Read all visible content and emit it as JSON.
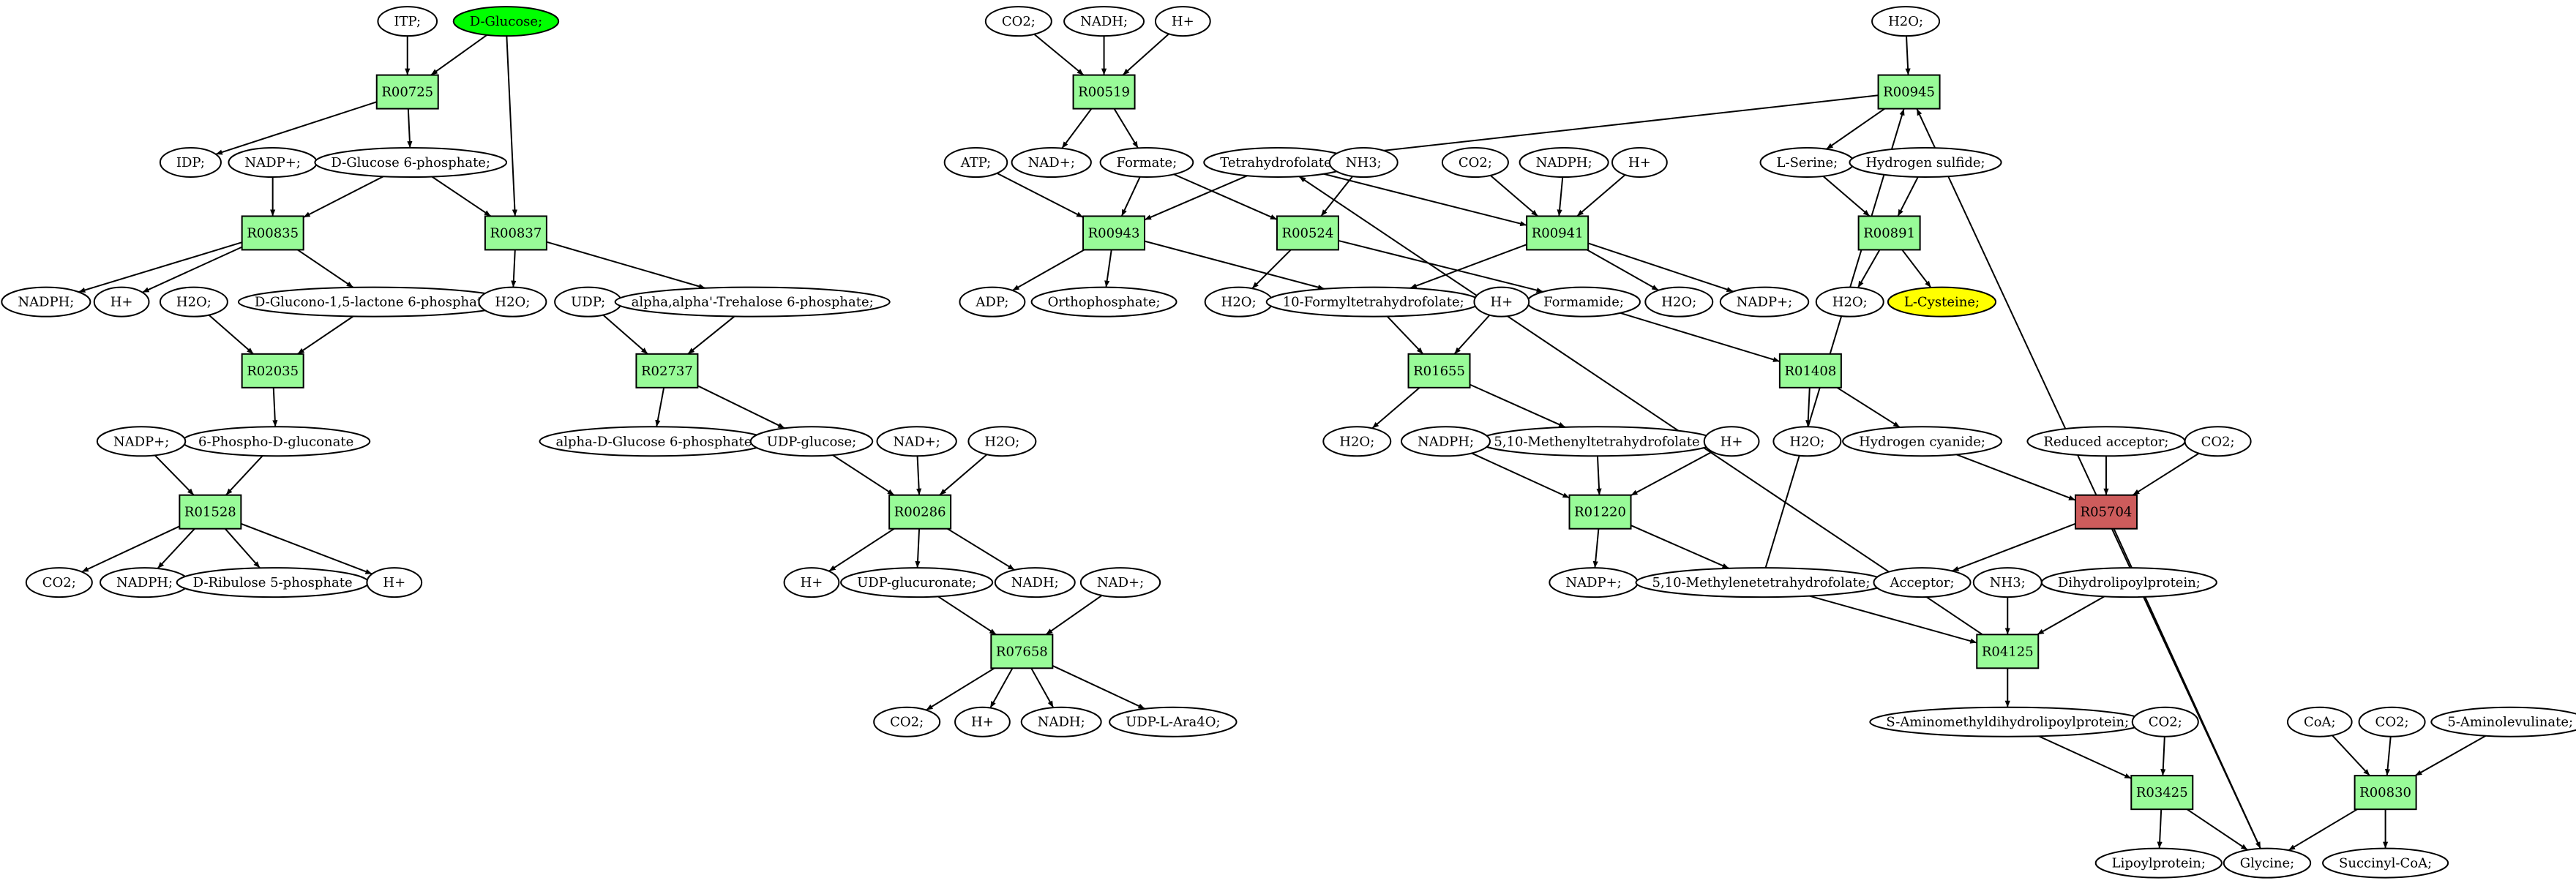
{
  "colors": {
    "reaction_default": "#98fb98",
    "reaction_highlight": "#cd5c5c",
    "metabolite_default": "#ffffff",
    "metabolite_source": "#00ff00",
    "metabolite_target": "#ffff00",
    "edge": "#000000"
  },
  "reactions": [
    {
      "id": "R00725",
      "label": "R00725",
      "style": "default"
    },
    {
      "id": "R00835",
      "label": "R00835",
      "style": "default"
    },
    {
      "id": "R00837",
      "label": "R00837",
      "style": "default"
    },
    {
      "id": "R02035",
      "label": "R02035",
      "style": "default"
    },
    {
      "id": "R01528",
      "label": "R01528",
      "style": "default"
    },
    {
      "id": "R02737",
      "label": "R02737",
      "style": "default"
    },
    {
      "id": "R00286",
      "label": "R00286",
      "style": "default"
    },
    {
      "id": "R07658",
      "label": "R07658",
      "style": "default"
    },
    {
      "id": "R00519",
      "label": "R00519",
      "style": "default"
    },
    {
      "id": "R00943",
      "label": "R00943",
      "style": "default"
    },
    {
      "id": "R00524",
      "label": "R00524",
      "style": "default"
    },
    {
      "id": "R00941",
      "label": "R00941",
      "style": "default"
    },
    {
      "id": "R00945",
      "label": "R00945",
      "style": "default"
    },
    {
      "id": "R00891",
      "label": "R00891",
      "style": "default"
    },
    {
      "id": "R01655",
      "label": "R01655",
      "style": "default"
    },
    {
      "id": "R01408",
      "label": "R01408",
      "style": "default"
    },
    {
      "id": "R01220",
      "label": "R01220",
      "style": "default"
    },
    {
      "id": "R05704",
      "label": "R05704",
      "style": "highlight"
    },
    {
      "id": "R04125",
      "label": "R04125",
      "style": "default"
    },
    {
      "id": "R03425",
      "label": "R03425",
      "style": "default"
    },
    {
      "id": "R00830",
      "label": "R00830",
      "style": "default"
    }
  ],
  "metabolites": [
    {
      "id": "m1",
      "label": "ITP;"
    },
    {
      "id": "m2",
      "label": "D-Glucose;",
      "style": "source"
    },
    {
      "id": "m3",
      "label": "IDP;"
    },
    {
      "id": "m4",
      "label": "NADP+;"
    },
    {
      "id": "m5",
      "label": "D-Glucose 6-phosphate;"
    },
    {
      "id": "m6",
      "label": "NADPH;"
    },
    {
      "id": "m7",
      "label": "H+"
    },
    {
      "id": "m8",
      "label": "H2O;"
    },
    {
      "id": "m9",
      "label": "D-Glucono-1,5-lactone 6-phosphate;"
    },
    {
      "id": "m10",
      "label": "H2O;"
    },
    {
      "id": "m11",
      "label": "6-Phospho-D-gluconate"
    },
    {
      "id": "m12",
      "label": "NADP+;"
    },
    {
      "id": "m13",
      "label": "CO2;"
    },
    {
      "id": "m14",
      "label": "NADPH;"
    },
    {
      "id": "m15",
      "label": "D-Ribulose 5-phosphate"
    },
    {
      "id": "m16",
      "label": "H+"
    },
    {
      "id": "m17",
      "label": "UDP;"
    },
    {
      "id": "m18",
      "label": "alpha,alpha'-Trehalose 6-phosphate;"
    },
    {
      "id": "m19",
      "label": "alpha-D-Glucose 6-phosphate"
    },
    {
      "id": "m20",
      "label": "UDP-glucose;"
    },
    {
      "id": "m21",
      "label": "NAD+;"
    },
    {
      "id": "m22",
      "label": "H2O;"
    },
    {
      "id": "m23",
      "label": "H+"
    },
    {
      "id": "m24",
      "label": "UDP-glucuronate;"
    },
    {
      "id": "m25",
      "label": "NADH;"
    },
    {
      "id": "m26",
      "label": "NAD+;"
    },
    {
      "id": "m27",
      "label": "CO2;"
    },
    {
      "id": "m28",
      "label": "H+"
    },
    {
      "id": "m29",
      "label": "NADH;"
    },
    {
      "id": "m30",
      "label": "UDP-L-Ara4O;"
    },
    {
      "id": "m31",
      "label": "CO2;"
    },
    {
      "id": "m32",
      "label": "NADH;"
    },
    {
      "id": "m33",
      "label": "H+"
    },
    {
      "id": "m34",
      "label": "NAD+;"
    },
    {
      "id": "m35",
      "label": "Formate;"
    },
    {
      "id": "m36",
      "label": "ATP;"
    },
    {
      "id": "m37",
      "label": "Tetrahydrofolate;"
    },
    {
      "id": "m38",
      "label": "NH3;"
    },
    {
      "id": "m39",
      "label": "CO2;"
    },
    {
      "id": "m40",
      "label": "NADPH;"
    },
    {
      "id": "m41",
      "label": "H+"
    },
    {
      "id": "m42",
      "label": "ADP;"
    },
    {
      "id": "m43",
      "label": "Orthophosphate;"
    },
    {
      "id": "m44",
      "label": "H2O;"
    },
    {
      "id": "m45",
      "label": "10-Formyltetrahydrofolate;"
    },
    {
      "id": "m46",
      "label": "Formamide;"
    },
    {
      "id": "m47",
      "label": "H2O;"
    },
    {
      "id": "m48",
      "label": "NADP+;"
    },
    {
      "id": "m49",
      "label": "H+"
    },
    {
      "id": "m50",
      "label": "H2O;"
    },
    {
      "id": "m51",
      "label": "5,10-Methenyltetrahydrofolate"
    },
    {
      "id": "m52",
      "label": "NADPH;"
    },
    {
      "id": "m53",
      "label": "H+"
    },
    {
      "id": "m54",
      "label": "NADP+;"
    },
    {
      "id": "m55",
      "label": "5,10-Methylenetetrahydrofolate;"
    },
    {
      "id": "m56",
      "label": "H2O;"
    },
    {
      "id": "m57",
      "label": "Hydrogen cyanide;"
    },
    {
      "id": "m58",
      "label": "H2O;"
    },
    {
      "id": "m59",
      "label": "L-Serine;"
    },
    {
      "id": "m60",
      "label": "Hydrogen sulfide;"
    },
    {
      "id": "m61",
      "label": "H2O;"
    },
    {
      "id": "m62",
      "label": "L-Cysteine;",
      "style": "target"
    },
    {
      "id": "m63",
      "label": "Reduced acceptor;"
    },
    {
      "id": "m64",
      "label": "CO2;"
    },
    {
      "id": "m65",
      "label": "Acceptor;"
    },
    {
      "id": "m66",
      "label": "NH3;"
    },
    {
      "id": "m67",
      "label": "Dihydrolipoylprotein;"
    },
    {
      "id": "m68",
      "label": "S-Aminomethyldihydrolipoylprotein;"
    },
    {
      "id": "m69",
      "label": "CO2;"
    },
    {
      "id": "m70",
      "label": "Lipoylprotein;"
    },
    {
      "id": "m71",
      "label": "Glycine;"
    },
    {
      "id": "m72",
      "label": "CoA;"
    },
    {
      "id": "m73",
      "label": "CO2;"
    },
    {
      "id": "m74",
      "label": "5-Aminolevulinate;"
    },
    {
      "id": "m75",
      "label": "Succinyl-CoA;"
    }
  ],
  "edges": [
    [
      "m1",
      "R00725"
    ],
    [
      "m2",
      "R00725"
    ],
    [
      "m2",
      "R00837"
    ],
    [
      "R00725",
      "m3"
    ],
    [
      "R00725",
      "m5"
    ],
    [
      "m4",
      "R00835"
    ],
    [
      "m5",
      "R00835"
    ],
    [
      "m5",
      "R00837"
    ],
    [
      "R00835",
      "m6"
    ],
    [
      "R00835",
      "m7"
    ],
    [
      "R00835",
      "m9"
    ],
    [
      "R00837",
      "m10"
    ],
    [
      "R00837",
      "m18"
    ],
    [
      "m8",
      "R02035"
    ],
    [
      "m9",
      "R02035"
    ],
    [
      "R02035",
      "m11"
    ],
    [
      "m11",
      "R01528"
    ],
    [
      "m12",
      "R01528"
    ],
    [
      "R01528",
      "m13"
    ],
    [
      "R01528",
      "m14"
    ],
    [
      "R01528",
      "m15"
    ],
    [
      "R01528",
      "m16"
    ],
    [
      "m17",
      "R02737"
    ],
    [
      "m18",
      "R02737"
    ],
    [
      "R02737",
      "m19"
    ],
    [
      "R02737",
      "m20"
    ],
    [
      "m20",
      "R00286"
    ],
    [
      "m21",
      "R00286"
    ],
    [
      "m22",
      "R00286"
    ],
    [
      "R00286",
      "m23"
    ],
    [
      "R00286",
      "m24"
    ],
    [
      "R00286",
      "m25"
    ],
    [
      "m24",
      "R07658"
    ],
    [
      "m26",
      "R07658"
    ],
    [
      "R07658",
      "m27"
    ],
    [
      "R07658",
      "m28"
    ],
    [
      "R07658",
      "m29"
    ],
    [
      "R07658",
      "m30"
    ],
    [
      "m31",
      "R00519"
    ],
    [
      "m32",
      "R00519"
    ],
    [
      "m33",
      "R00519"
    ],
    [
      "R00519",
      "m34"
    ],
    [
      "R00519",
      "m35"
    ],
    [
      "m36",
      "R00943"
    ],
    [
      "m35",
      "R00943"
    ],
    [
      "m37",
      "R00943"
    ],
    [
      "R00943",
      "m42"
    ],
    [
      "R00943",
      "m43"
    ],
    [
      "R00943",
      "m45"
    ],
    [
      "m35",
      "R00524"
    ],
    [
      "m38",
      "R00524"
    ],
    [
      "R00524",
      "m44"
    ],
    [
      "R00524",
      "m46"
    ],
    [
      "m37",
      "R00941"
    ],
    [
      "m39",
      "R00941"
    ],
    [
      "m40",
      "R00941"
    ],
    [
      "m41",
      "R00941"
    ],
    [
      "R00941",
      "m45"
    ],
    [
      "R00941",
      "m47"
    ],
    [
      "R00941",
      "m48"
    ],
    [
      "m45",
      "R01655"
    ],
    [
      "m49",
      "R01655"
    ],
    [
      "R01655",
      "m50"
    ],
    [
      "R01655",
      "m51"
    ],
    [
      "m46",
      "R01408"
    ],
    [
      "R01408",
      "m56"
    ],
    [
      "R01408",
      "m57"
    ],
    [
      "m51",
      "R01220"
    ],
    [
      "m52",
      "R01220"
    ],
    [
      "m53",
      "R01220"
    ],
    [
      "R01220",
      "m54"
    ],
    [
      "R01220",
      "m55"
    ],
    [
      "m58",
      "R00945"
    ],
    [
      "m55",
      "R00945"
    ],
    [
      "m71",
      "R00945"
    ],
    [
      "R00945",
      "m37"
    ],
    [
      "R00945",
      "m59"
    ],
    [
      "m59",
      "R00891"
    ],
    [
      "m60",
      "R00891"
    ],
    [
      "R00891",
      "m61"
    ],
    [
      "R00891",
      "m62"
    ],
    [
      "m57",
      "R05704"
    ],
    [
      "m63",
      "R05704"
    ],
    [
      "m64",
      "R05704"
    ],
    [
      "R05704",
      "m65"
    ],
    [
      "R05704",
      "m71"
    ],
    [
      "m55",
      "R04125"
    ],
    [
      "m66",
      "R04125"
    ],
    [
      "m67",
      "R04125"
    ],
    [
      "R04125",
      "m37"
    ],
    [
      "R04125",
      "m68"
    ],
    [
      "m68",
      "R03425"
    ],
    [
      "m69",
      "R03425"
    ],
    [
      "R03425",
      "m70"
    ],
    [
      "R03425",
      "m71"
    ],
    [
      "m72",
      "R00830"
    ],
    [
      "m73",
      "R00830"
    ],
    [
      "m74",
      "R00830"
    ],
    [
      "R00830",
      "m71"
    ],
    [
      "R00830",
      "m75"
    ]
  ]
}
